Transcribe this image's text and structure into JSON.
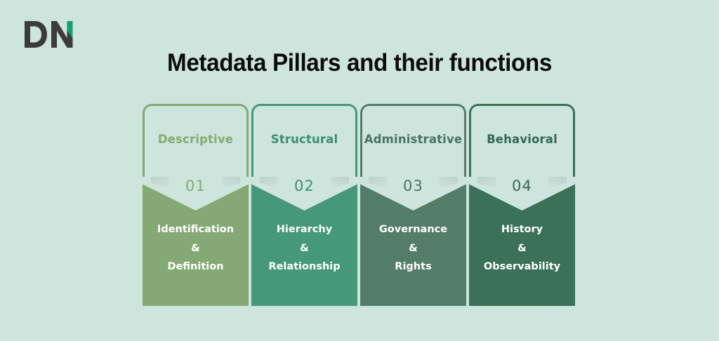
{
  "brand": {
    "logo_text": "DN",
    "logo_icon": "dn-monogram-logo",
    "logo_dark_color": "#3b3b3b",
    "logo_accent_color": "#13a06a"
  },
  "page": {
    "title": "Metadata Pillars and their functions",
    "background_color": "#cde5dd",
    "title_color": "#0c0c0c"
  },
  "pillars": [
    {
      "label": "Descriptive",
      "number": "01",
      "functions": [
        "Identification",
        "&",
        "Definition"
      ],
      "color": "#85a974"
    },
    {
      "label": "Structural",
      "number": "02",
      "functions": [
        "Hierarchy",
        "&",
        "Relationship"
      ],
      "color": "#459878"
    },
    {
      "label": "Administrative",
      "number": "03",
      "functions": [
        "Governance",
        "&",
        "Rights"
      ],
      "color": "#547d69"
    },
    {
      "label": "Behavioral",
      "number": "04",
      "functions": [
        "History",
        "&",
        "Observability"
      ],
      "color": "#3c7159"
    }
  ]
}
